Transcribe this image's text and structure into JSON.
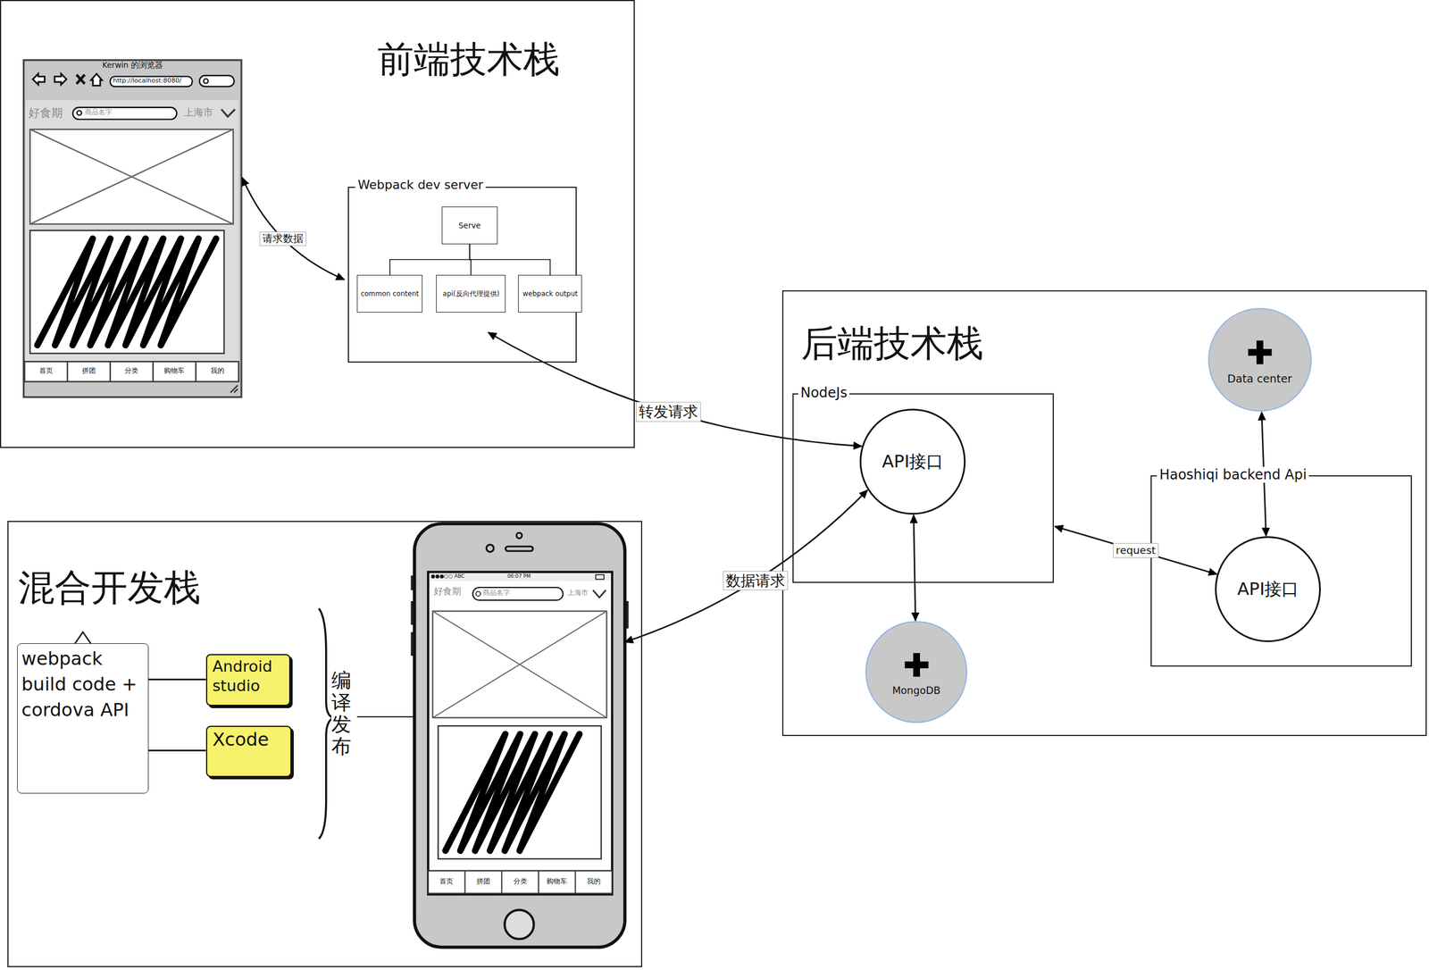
{
  "diagram": {
    "nodes": [
      {
        "text": [
          "前端技术栈"
        ]
      },
      {
        "text": [
          "Kerwin 的浏览器",
          "http://localhost:8080/",
          "好食期",
          "商品名字",
          "上海市",
          "首页",
          "拼团",
          "分类",
          "购物车",
          "我的"
        ],
        "in": 0
      },
      {
        "text": [
          "Webpack dev server"
        ],
        "in": 0
      },
      {
        "text": [
          "Serve"
        ],
        "in": 2
      },
      {
        "text": [
          "common content"
        ],
        "in": 2
      },
      {
        "text": [
          "api(反向代理提供)"
        ],
        "in": 2
      },
      {
        "text": [
          "webpack output"
        ],
        "in": 2
      },
      {
        "text": [
          "后端技术栈"
        ]
      },
      {
        "text": [
          "NodeJs"
        ],
        "in": 7
      },
      {
        "text": [
          "API接口"
        ],
        "in": 8
      },
      {
        "text": [
          "Data center"
        ],
        "in": 7
      },
      {
        "text": [
          "Haoshiqi backend Api"
        ],
        "in": 7
      },
      {
        "text": [
          "API接口"
        ],
        "in": 11
      },
      {
        "text": [
          "MongoDB"
        ],
        "in": 7
      },
      {
        "text": [
          "混合开发栈"
        ]
      },
      {
        "text": [
          "webpack build code + cordova API"
        ],
        "in": 14
      },
      {
        "text": [
          "Android studio"
        ],
        "in": 14
      },
      {
        "text": [
          "Xcode"
        ],
        "in": 14
      },
      {
        "text": [
          "●●●○○ ABC",
          "06:07 PM",
          "好食期",
          "商品名字",
          "上海市",
          "首页",
          "拼团",
          "分类",
          "购物车",
          "我的"
        ],
        "in": 14
      }
    ],
    "edges": [
      {
        "from": 1,
        "to": 2,
        "arrow": "both",
        "label": "请求数据"
      },
      {
        "from": 2,
        "to": 9,
        "arrow": "both",
        "label": "转发请求"
      },
      {
        "from": 18,
        "to": 9,
        "arrow": "both",
        "label": "数据请求"
      },
      {
        "from": 9,
        "to": 13,
        "arrow": "both"
      },
      {
        "from": 8,
        "to": 12,
        "arrow": "both",
        "label": "request"
      },
      {
        "from": 10,
        "to": 12,
        "arrow": "both"
      },
      {
        "from": 3,
        "to": 4,
        "arrow": "none"
      },
      {
        "from": 3,
        "to": 5,
        "arrow": "none"
      },
      {
        "from": 3,
        "to": 6,
        "arrow": "none"
      },
      {
        "from": 15,
        "to": 16,
        "arrow": "none"
      },
      {
        "from": 15,
        "to": 17,
        "arrow": "none"
      }
    ],
    "labels": [
      "编译发布"
    ]
  }
}
